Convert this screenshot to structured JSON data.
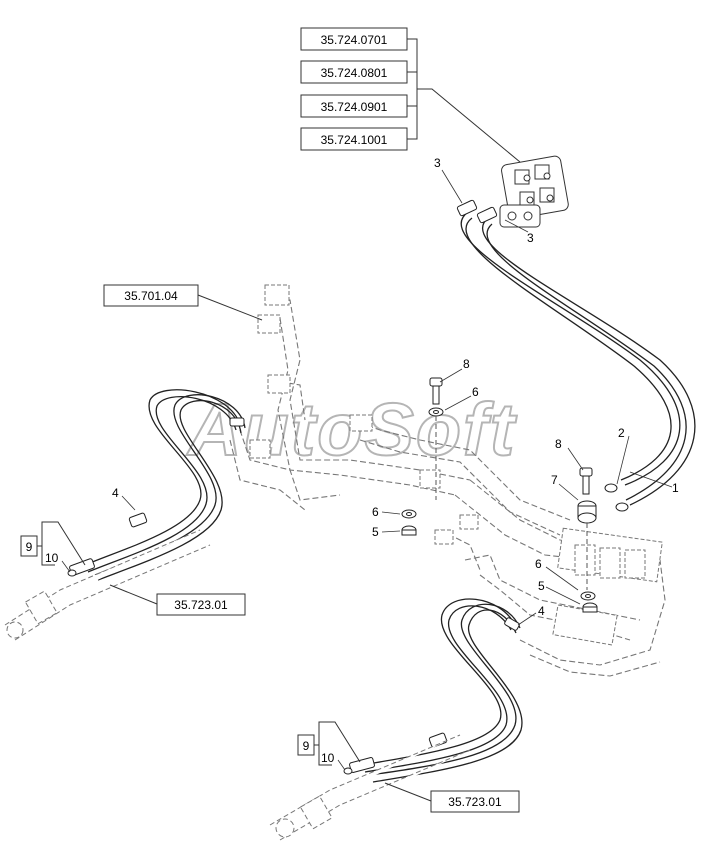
{
  "watermark": "AutoSoft",
  "refs": {
    "r0701": "35.724.0701",
    "r0801": "35.724.0801",
    "r0901": "35.724.0901",
    "r1001": "35.724.1001",
    "r70104": "35.701.04",
    "r72301a": "35.723.01",
    "r72301b": "35.723.01"
  },
  "labels": {
    "l3a": "3",
    "l3b": "3",
    "l8a": "8",
    "l6a": "6",
    "l8b": "8",
    "l7": "7",
    "l2": "2",
    "l1": "1",
    "l4a": "4",
    "l9a": "9",
    "l10a": "10",
    "l6b": "6",
    "l5a": "5",
    "l6c": "6",
    "l5b": "5",
    "l4b": "4",
    "l9b": "9",
    "l10b": "10"
  }
}
